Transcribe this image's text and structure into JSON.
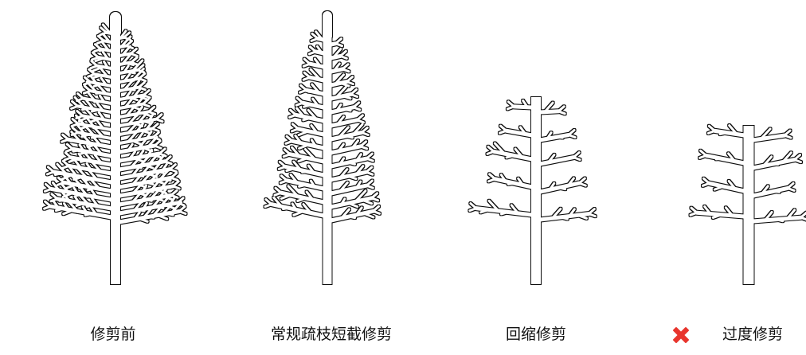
{
  "colors": {
    "line": "#111111",
    "warning": "#e8352d",
    "background": "#ffffff"
  },
  "stages": [
    {
      "caption": "修剪前",
      "pruning": "none"
    },
    {
      "caption": "常规疏枝短截修剪",
      "pruning": "thinning-heading"
    },
    {
      "caption": "回缩修剪",
      "pruning": "cut-back"
    },
    {
      "caption": "过度修剪",
      "pruning": "excessive",
      "marker_icon": "red-cross-icon"
    }
  ]
}
